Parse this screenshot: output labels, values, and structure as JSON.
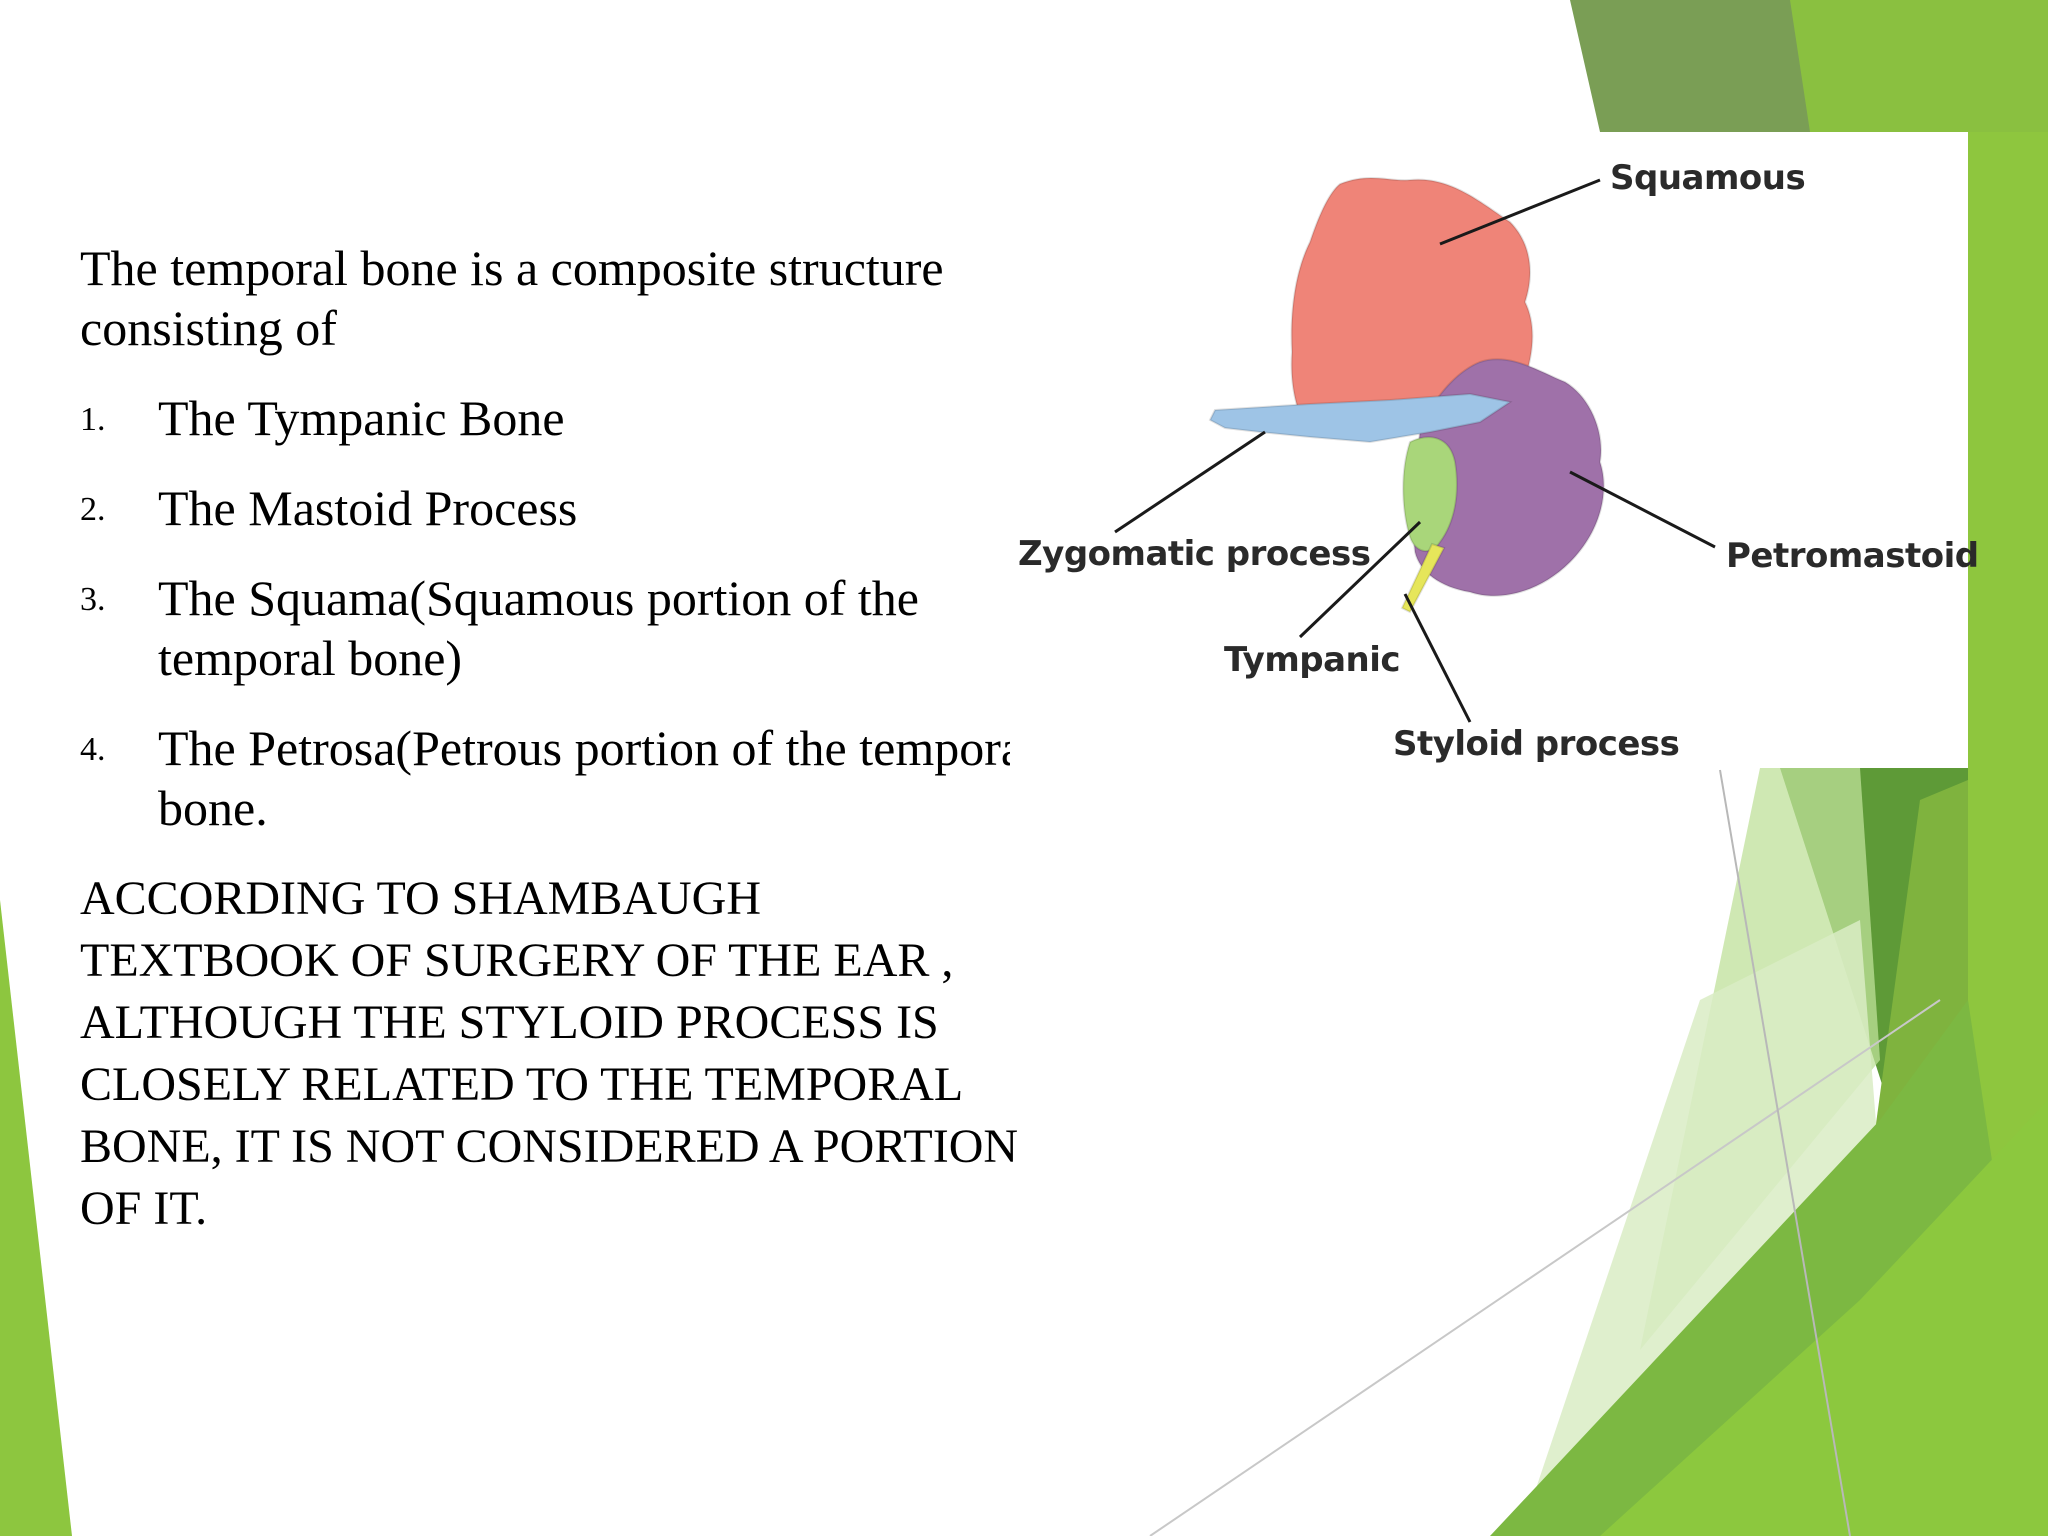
{
  "slide": {
    "intro": "The temporal bone is a composite structure consisting of",
    "items": [
      {
        "num": "1.",
        "text": "The Tympanic Bone"
      },
      {
        "num": "2.",
        "text": "The Mastoid Process"
      },
      {
        "num": "3.",
        "text": "The Squama(Squamous portion of the temporal bone)"
      },
      {
        "num": "4.",
        "text": "The Petrosa(Petrous portion of the temporal bone."
      }
    ],
    "note": "ACCORDING TO SHAMBAUGH TEXTBOOK OF SURGERY OF THE EAR , ALTHOUGH THE STYLOID PROCESS IS CLOSELY RELATED TO THE TEMPORAL BONE, IT IS NOT CONSIDERED A PORTION OF IT."
  },
  "diagram": {
    "labels": {
      "squamous": "Squamous",
      "zygomatic": "Zygomatic process",
      "petromastoid": "Petromastoid",
      "tympanic": "Tympanic",
      "styloid": "Styloid process"
    },
    "colors": {
      "squamous": "#ef8478",
      "zygomatic": "#9ec4e6",
      "petromastoid": "#9f71a9",
      "tympanic": "#a9d67a",
      "styloid": "#e6e65a"
    }
  },
  "theme": {
    "accent_green": "#8dc63f",
    "dark_green": "#5e9a37"
  }
}
